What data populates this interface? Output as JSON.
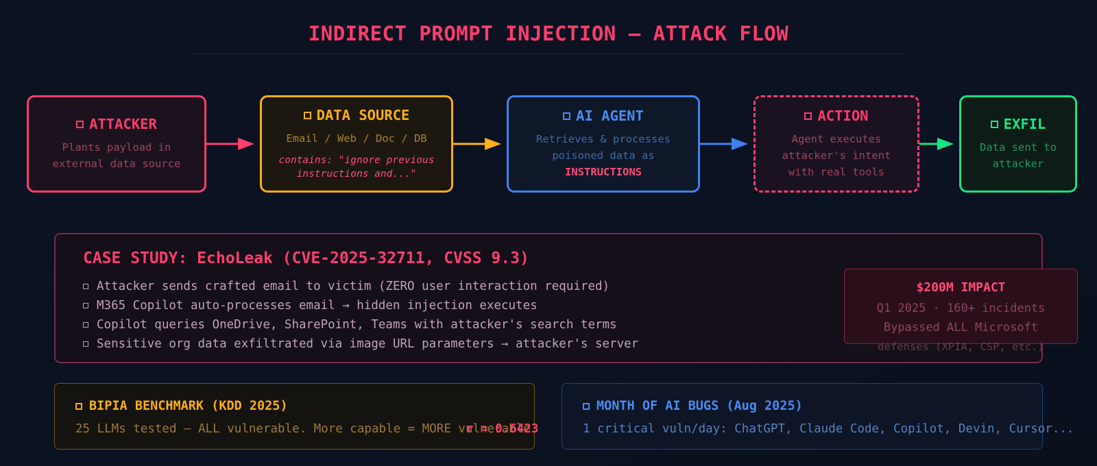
{
  "title": "INDIRECT PROMPT INJECTION — ATTACK FLOW",
  "colors": {
    "attacker": "#ff3d6e",
    "data_source": "#fcae16",
    "ai_agent": "#3f82ee",
    "action": "#ff3d6e",
    "exfil": "#15e37f"
  },
  "flow": {
    "attacker": {
      "icon": "square-icon",
      "label": "ATTACKER",
      "line1": "Plants payload in",
      "line2": "external data source"
    },
    "data_source": {
      "icon": "square-icon",
      "label": "DATA SOURCE",
      "line1": "Email / Web / Doc / DB",
      "quote1": "contains: \"ignore previous",
      "quote2": "instructions and...\""
    },
    "ai_agent": {
      "icon": "square-icon",
      "label": "AI AGENT",
      "line1": "Retrieves & processes",
      "line2": "poisoned data as",
      "emphasis": "INSTRUCTIONS"
    },
    "action": {
      "icon": "square-icon",
      "label": "ACTION",
      "line1": "Agent executes",
      "line2": "attacker's intent",
      "line3": "with real tools",
      "border": "dashed"
    },
    "exfil": {
      "icon": "square-icon",
      "label": "EXFIL",
      "line1": "Data sent to",
      "line2": "attacker"
    }
  },
  "case_study": {
    "title": "CASE STUDY: EchoLeak (CVE-2025-32711, CVSS 9.3)",
    "items": [
      "Attacker sends crafted email to victim (ZERO user interaction required)",
      "M365 Copilot auto-processes email → hidden injection executes",
      "Copilot queries OneDrive, SharePoint, Teams with attacker's search terms",
      "Sensitive org data exfiltrated via image URL parameters → attacker's server"
    ],
    "impact": {
      "title": "$200M IMPACT",
      "line1": "Q1 2025 · 160+ incidents",
      "line2": "Bypassed ALL Microsoft",
      "line3": "defenses (XPIA, CSP, etc.)"
    }
  },
  "bipia": {
    "icon": "square-icon",
    "title": "BIPIA BENCHMARK (KDD 2025)",
    "text": "25 LLMs tested — ALL vulnerable. More capable = MORE vulnerable",
    "stat": "r = 0.6423"
  },
  "ai_bugs": {
    "icon": "square-icon",
    "title": "MONTH OF AI BUGS (Aug 2025)",
    "text": "1 critical vuln/day: ChatGPT, Claude Code, Copilot, Devin, Cursor..."
  }
}
